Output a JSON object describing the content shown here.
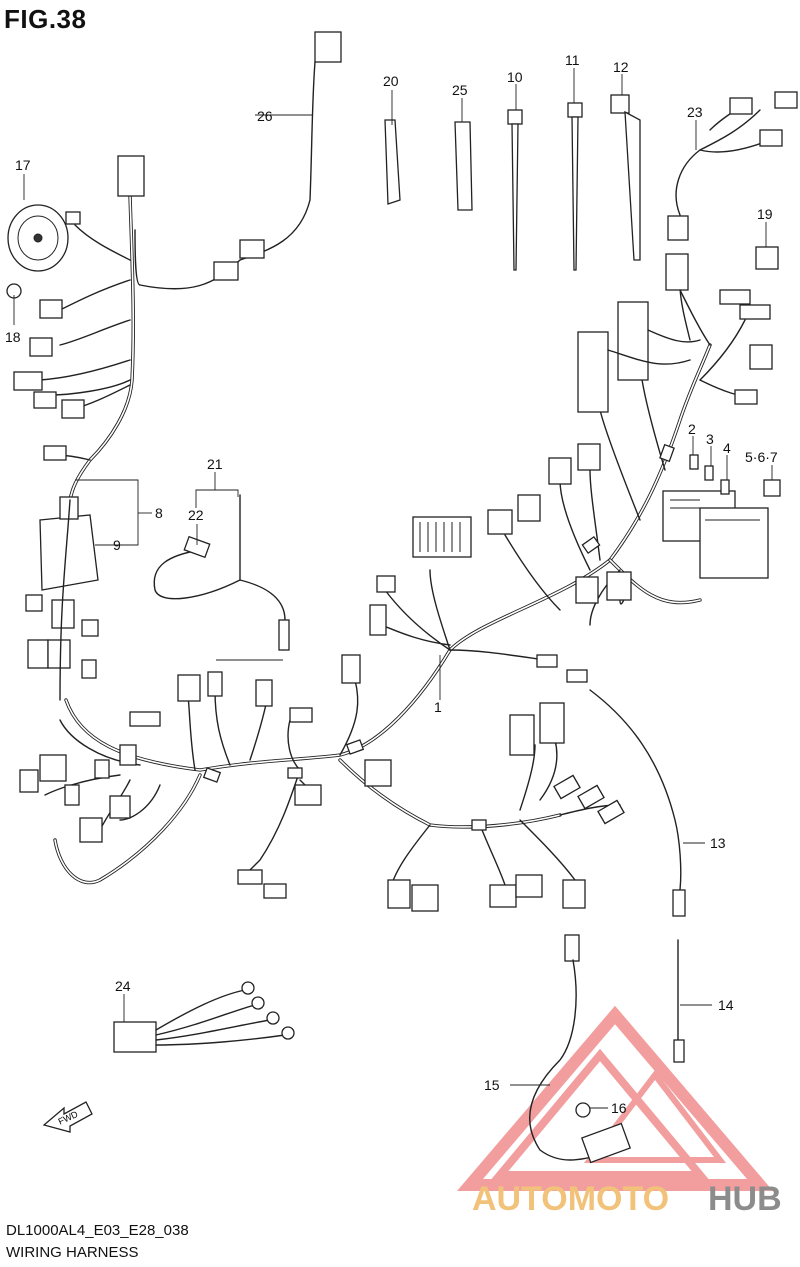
{
  "figure": {
    "label": "FIG.38",
    "code": "DL1000AL4_E03_E28_038",
    "title": "WIRING HARNESS"
  },
  "callouts": {
    "n1": "1",
    "n2": "2",
    "n3": "3",
    "n4": "4",
    "n567": "5·6·7",
    "n8": "8",
    "n9": "9",
    "n10": "10",
    "n11": "11",
    "n12": "12",
    "n13": "13",
    "n14": "14",
    "n15": "15",
    "n16": "16",
    "n17": "17",
    "n18": "18",
    "n19": "19",
    "n20": "20",
    "n21": "21",
    "n22": "22",
    "n23": "23",
    "n24": "24",
    "n25": "25",
    "n26": "26"
  },
  "direction_marker": {
    "label": "FWD",
    "icon": "fwd-arrow-icon"
  },
  "watermark": {
    "text_a": "AUTOMOTO",
    "text_b": "HUB",
    "color_a": "#f2c27a",
    "color_b": "#8c8c8c",
    "logo_color": "#e8504f"
  }
}
